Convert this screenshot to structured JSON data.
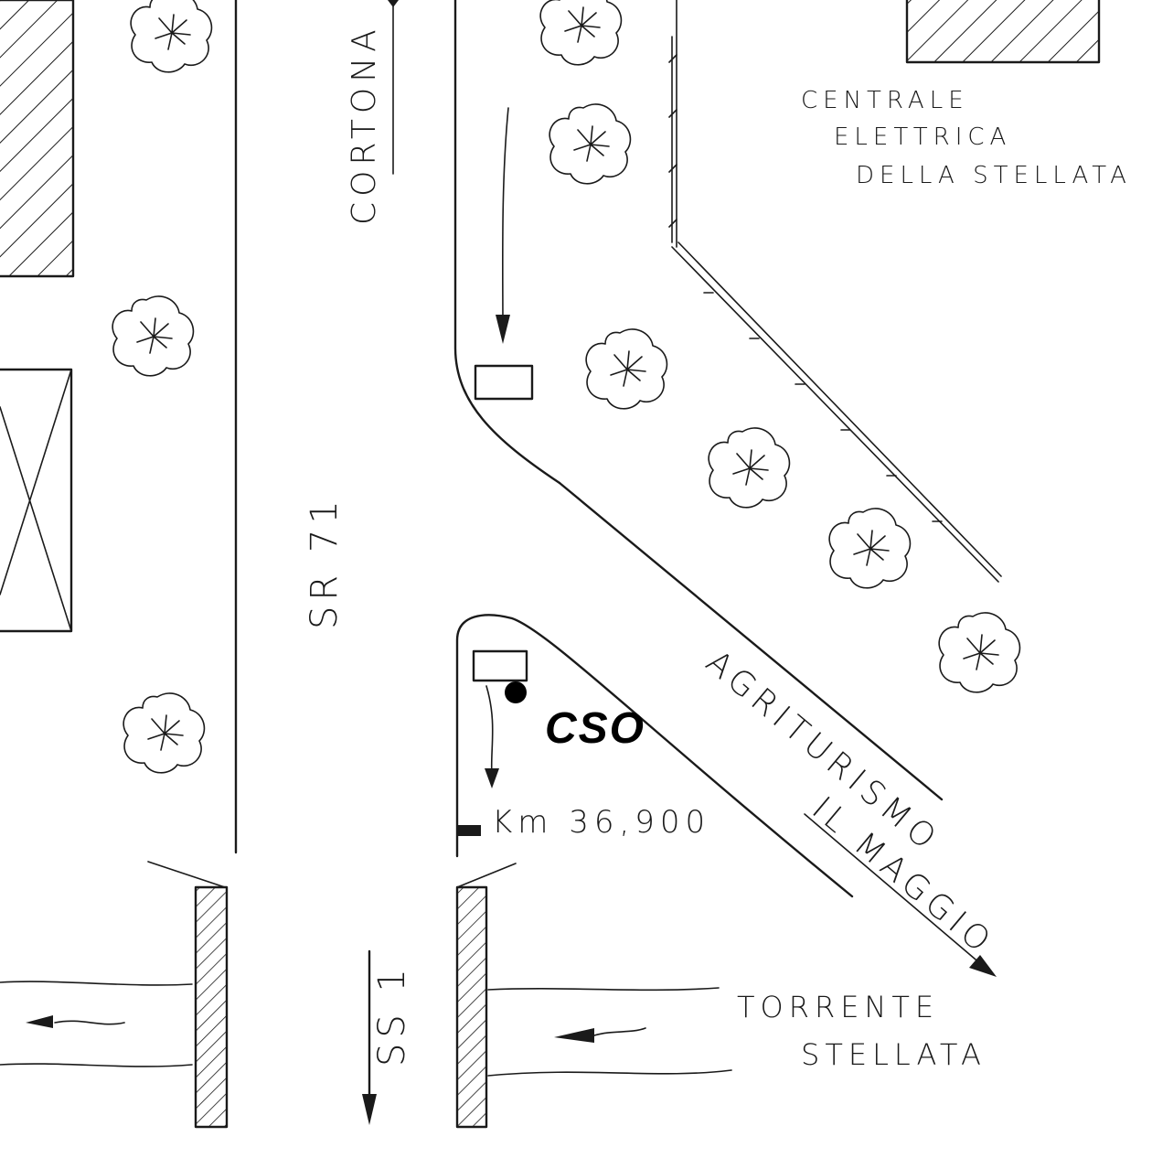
{
  "labels": {
    "cortona": "CORTONA",
    "centrale_line1": "CENTRALE",
    "centrale_line2": "ELETTRICA",
    "centrale_line3": "DELLA STELLATA",
    "road_sr": "SR 71",
    "road_ss": "SS 1",
    "agriturismo_line1": "AGRITURISMO",
    "agriturismo_line2": "IL MAGGIO",
    "km_marker": "Km 36,900",
    "cso": "CSO",
    "torrente_line1": "TORRENTE",
    "torrente_line2": "STELLATA"
  },
  "icons": [
    "tree-icon",
    "building-hatched-icon",
    "building-crossed-icon",
    "sign-icon",
    "location-dot-icon",
    "arrow-icon",
    "km-post-icon"
  ],
  "colors": {
    "ink": "#1a1a1a",
    "background": "#ffffff"
  }
}
